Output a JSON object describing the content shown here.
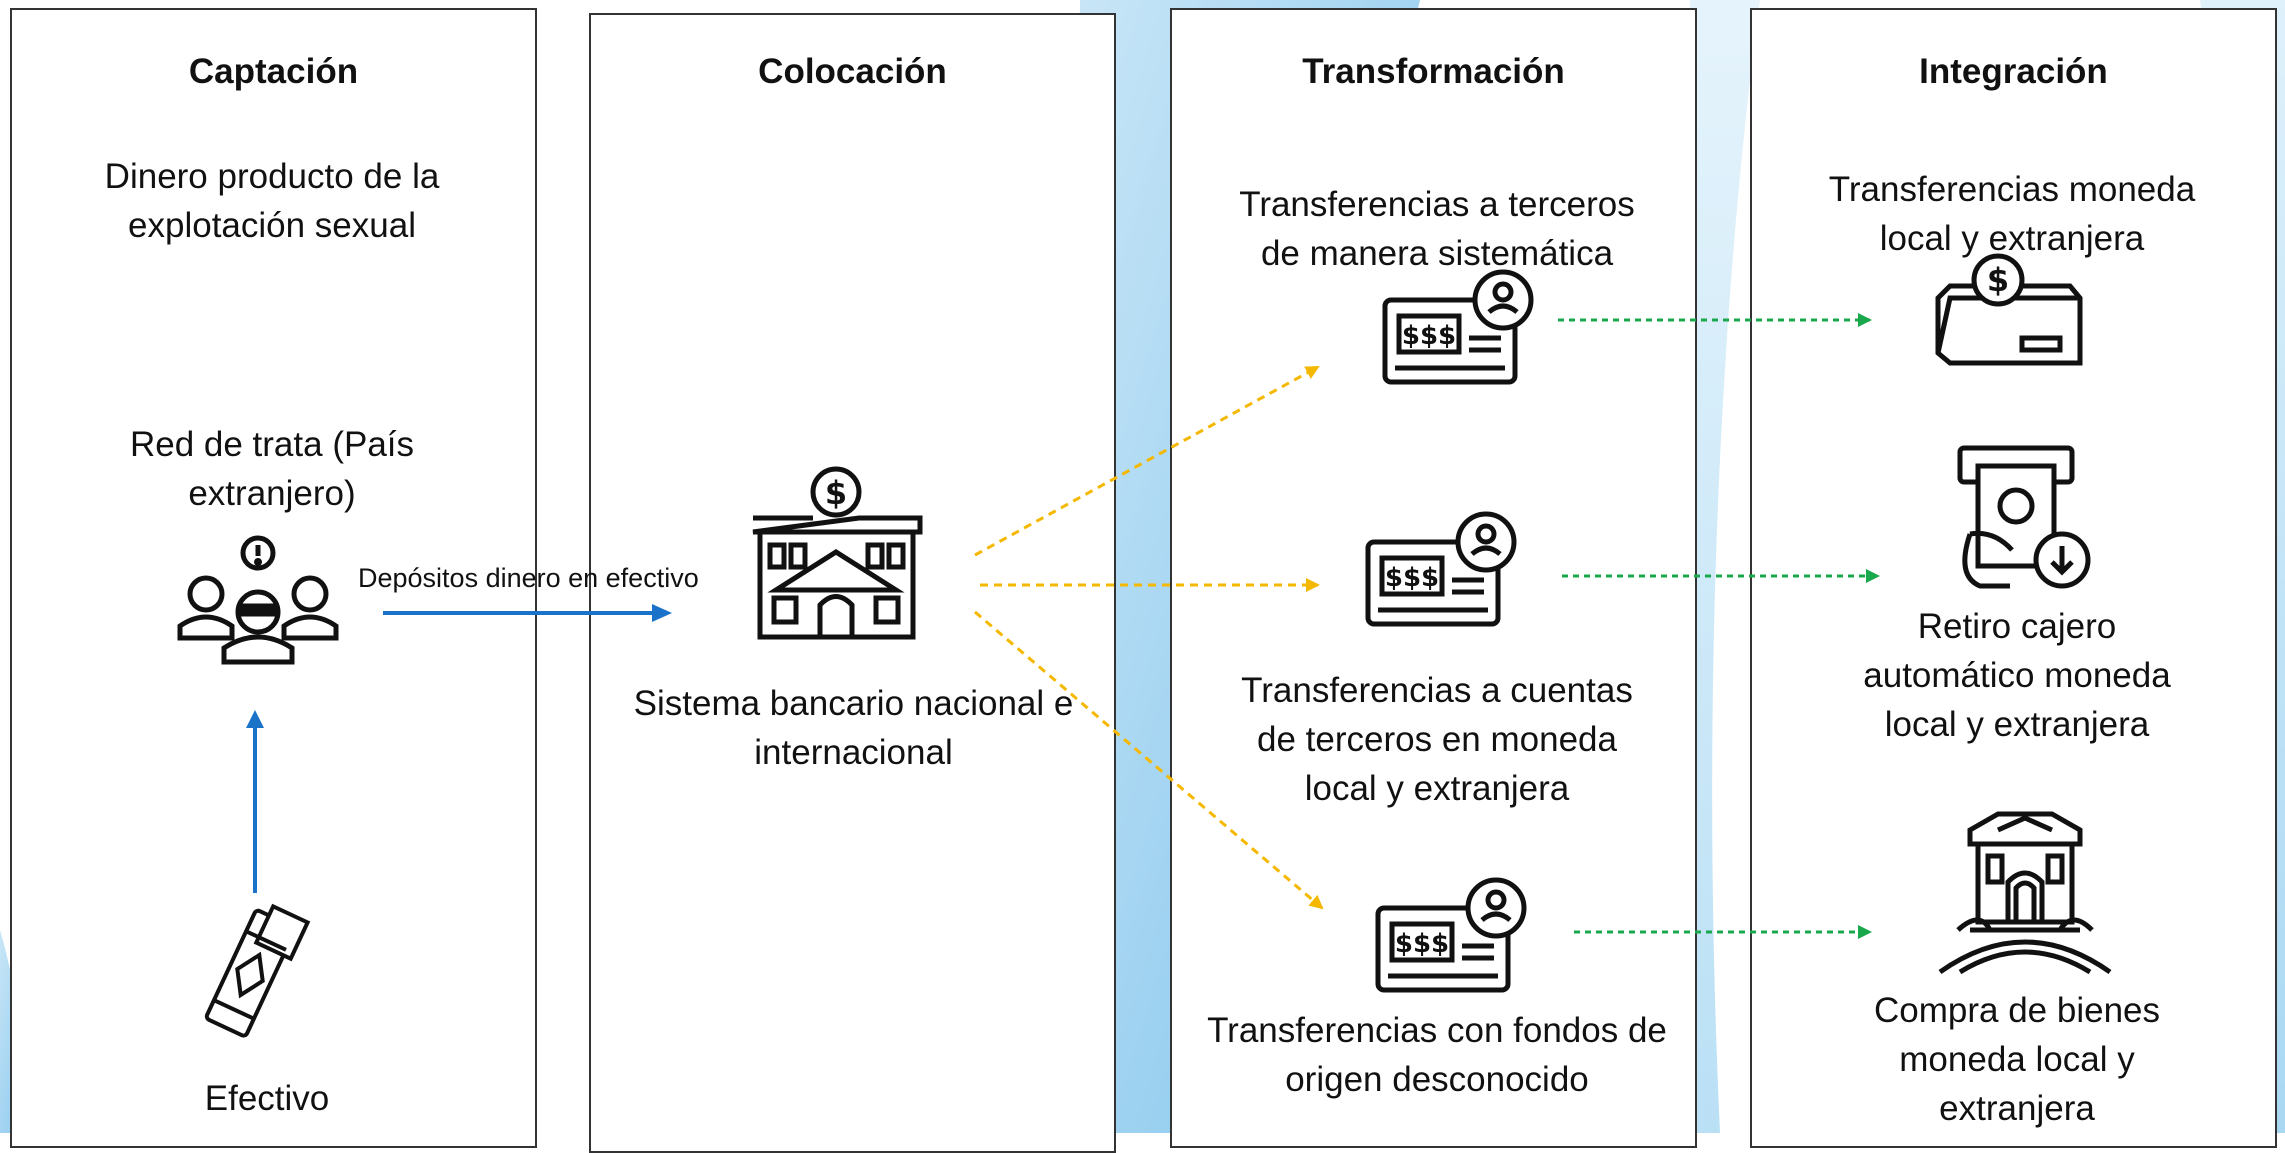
{
  "columns": {
    "captacion": {
      "title": "Captación",
      "description": "Dinero producto de la explotación sexual",
      "network_label": "Red de trata (País extranjero)",
      "cash_label": "Efectivo"
    },
    "colocacion": {
      "title": "Colocación",
      "bank_label": "Sistema bancario nacional e internacional"
    },
    "transformacion": {
      "title": "Transformación",
      "item1": "Transferencias a terceros de manera sistemática",
      "item2": "Transferencias a cuentas de terceros en moneda local y extranjera",
      "item3": "Transferencias con fondos de origen desconocido"
    },
    "integracion": {
      "title": "Integración",
      "item1": "Transferencias moneda local y extranjera",
      "item2": "Retiro cajero automático moneda local y extranjera",
      "item3": "Compra de bienes moneda local y extranjera"
    }
  },
  "arrows": {
    "deposit_label": "Depósitos dinero en efectivo"
  },
  "colors": {
    "blue_arrow": "#1a73c8",
    "yellow_arrow": "#f5b800",
    "green_arrow": "#1aa84c",
    "panel_border": "#333333"
  },
  "icons": [
    "criminal-network-icon",
    "cash-icon",
    "bank-building-icon",
    "bank-card-icon",
    "money-envelope-icon",
    "atm-withdrawal-icon",
    "property-building-icon"
  ]
}
